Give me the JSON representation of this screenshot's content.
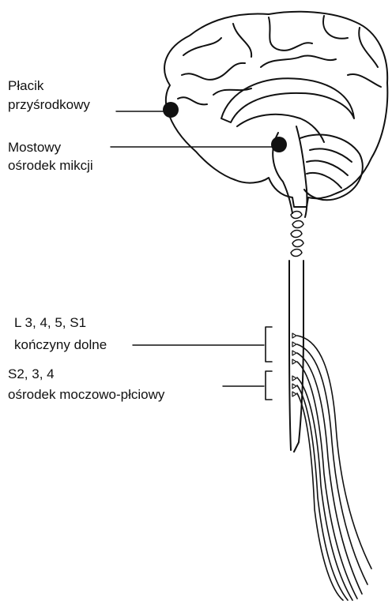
{
  "labels": {
    "placik_line1": "Płacik",
    "placik_line2": "przyśrodkowy",
    "mostowy_line1": "Mostowy",
    "mostowy_line2": "ośrodek mikcji",
    "lumbar_line1": "L 3, 4, 5, S1",
    "lumbar_line2": "kończyny dolne",
    "sacral_line1": "S2, 3, 4",
    "sacral_line2": "ośrodek moczowo-płciowy"
  },
  "colors": {
    "ink": "#111111",
    "background": "#ffffff"
  }
}
